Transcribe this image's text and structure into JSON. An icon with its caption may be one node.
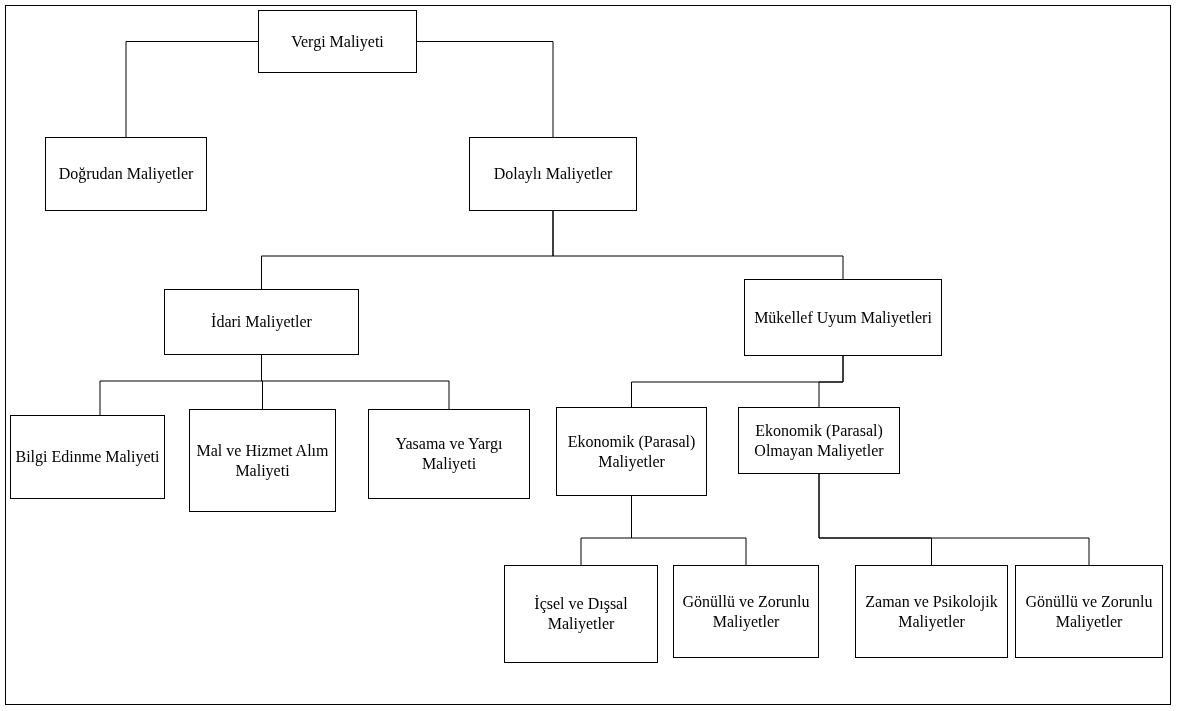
{
  "diagram": {
    "nodes": [
      {
        "text": [
          "Vergi Maliyeti"
        ]
      },
      {
        "text": [
          "Doğrudan Maliyetler"
        ]
      },
      {
        "text": [
          "Dolaylı Maliyetler"
        ]
      },
      {
        "text": [
          "İdari Maliyetler"
        ]
      },
      {
        "text": [
          "Mükellef Uyum Maliyetleri"
        ]
      },
      {
        "text": [
          "Bilgi Edinme Maliyeti"
        ]
      },
      {
        "text": [
          "Mal ve Hizmet Alım Maliyeti"
        ]
      },
      {
        "text": [
          "Yasama ve Yargı Maliyeti"
        ]
      },
      {
        "text": [
          "Ekonomik (Parasal) Maliyetler"
        ]
      },
      {
        "text": [
          "Ekonomik (Parasal) Olmayan Maliyetler"
        ]
      },
      {
        "text": [
          "İçsel ve Dışsal Maliyetler"
        ]
      },
      {
        "text": [
          "Gönüllü ve Zorunlu Maliyetler"
        ]
      },
      {
        "text": [
          "Zaman ve Psikolojik Maliyetler"
        ]
      },
      {
        "text": [
          "Gönüllü ve Zorunlu Maliyetler"
        ]
      }
    ],
    "edges": [
      {
        "from": 0,
        "to": 1,
        "arrow": "none"
      },
      {
        "from": 0,
        "to": 2,
        "arrow": "none"
      },
      {
        "from": 2,
        "to": 3,
        "arrow": "none"
      },
      {
        "from": 2,
        "to": 4,
        "arrow": "none"
      },
      {
        "from": 3,
        "to": 5,
        "arrow": "none"
      },
      {
        "from": 3,
        "to": 6,
        "arrow": "none"
      },
      {
        "from": 3,
        "to": 7,
        "arrow": "none"
      },
      {
        "from": 4,
        "to": 8,
        "arrow": "none"
      },
      {
        "from": 4,
        "to": 9,
        "arrow": "none"
      },
      {
        "from": 8,
        "to": 10,
        "arrow": "none"
      },
      {
        "from": 8,
        "to": 11,
        "arrow": "none"
      },
      {
        "from": 9,
        "to": 12,
        "arrow": "none"
      },
      {
        "from": 9,
        "to": 13,
        "arrow": "none"
      }
    ]
  }
}
